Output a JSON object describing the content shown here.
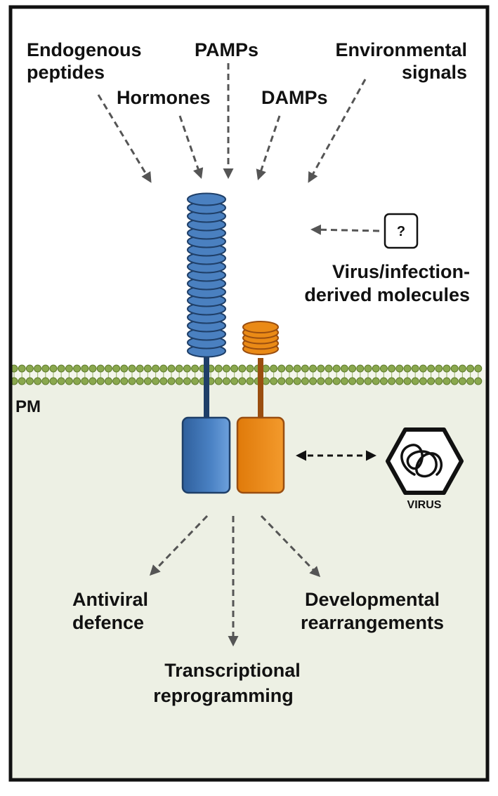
{
  "signals": {
    "endogenous_peptides": [
      "Endogenous",
      "peptides"
    ],
    "pamps": "PAMPs",
    "environmental_signals": [
      "Environmental",
      "signals"
    ],
    "hormones": "Hormones",
    "damps": "DAMPs",
    "unknown_marker": "?",
    "virus_molecules": [
      "Virus/infection-",
      "derived molecules"
    ]
  },
  "membrane": {
    "label": "PM"
  },
  "virus": {
    "label": "VIRUS"
  },
  "outcomes": {
    "antiviral": [
      "Antiviral",
      "defence"
    ],
    "developmental": [
      "Developmental",
      "rearrangements"
    ],
    "transcriptional": [
      "Transcriptional",
      "reprogramming"
    ]
  },
  "colors": {
    "frame": "#111111",
    "cytoplasm": "#edf0e4",
    "membrane_bead": "#8aa84e",
    "receptor_blue": "#3f73b0",
    "receptor_orange": "#e4820f",
    "arrow": "#555555"
  }
}
